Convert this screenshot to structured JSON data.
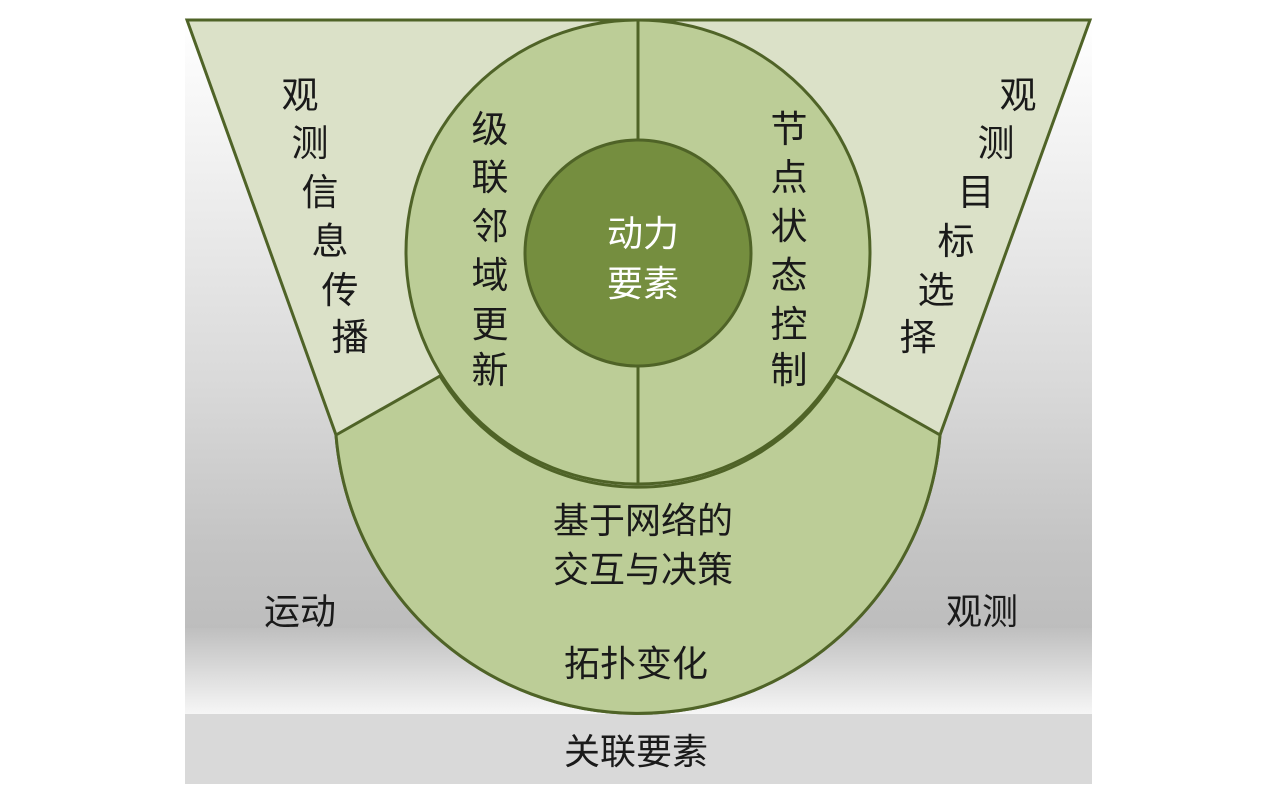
{
  "diagram": {
    "core_line1": "动力",
    "core_line2": "要素",
    "left_outer": [
      "观",
      "测",
      "信",
      "息",
      "传",
      "播"
    ],
    "right_outer": [
      "观",
      "测",
      "目",
      "标",
      "选",
      "择"
    ],
    "left_ring": [
      "级",
      "联",
      "邻",
      "域",
      "更",
      "新"
    ],
    "right_ring": [
      "节",
      "点",
      "状",
      "态",
      "控",
      "制"
    ],
    "bottom_ring_line1": "基于网络的",
    "bottom_ring_line2": "交互与决策",
    "motion_label": "运动",
    "observe_label": "观测",
    "topology_label": "拓扑变化",
    "base_label": "关联要素"
  },
  "colors": {
    "dark_green": "#758e3f",
    "ring_green": "#bccd97",
    "light_green": "#dbe1c8",
    "stroke_green": "#4f6327",
    "base_gray": "#d9d9d9"
  }
}
